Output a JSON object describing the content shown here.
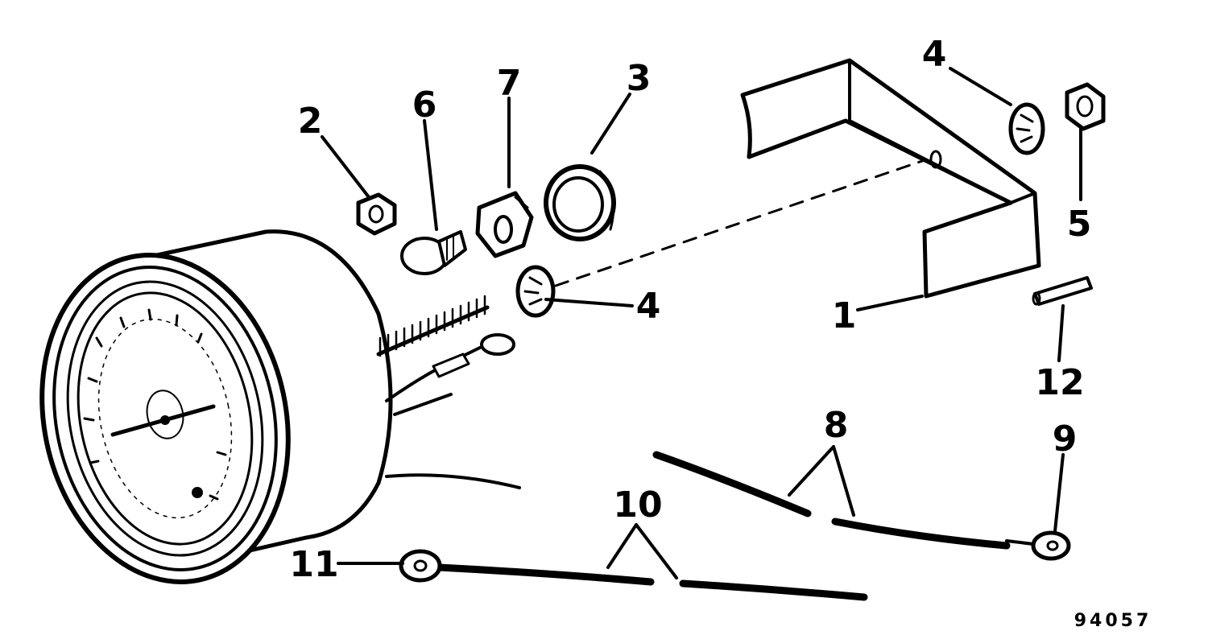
{
  "figure_number": "94057",
  "colors": {
    "ink": "#000000",
    "paper": "#ffffff"
  },
  "callouts": {
    "bracket": "1",
    "nut_small": "2",
    "grommet": "3",
    "lockwasher_upper": "4",
    "lockwasher_lower": "4",
    "nut_hex": "5",
    "bulb": "6",
    "socket": "7",
    "lead_8": "8",
    "terminal_9": "9",
    "lead_10": "10",
    "terminal_11": "11",
    "sleeve": "12"
  }
}
